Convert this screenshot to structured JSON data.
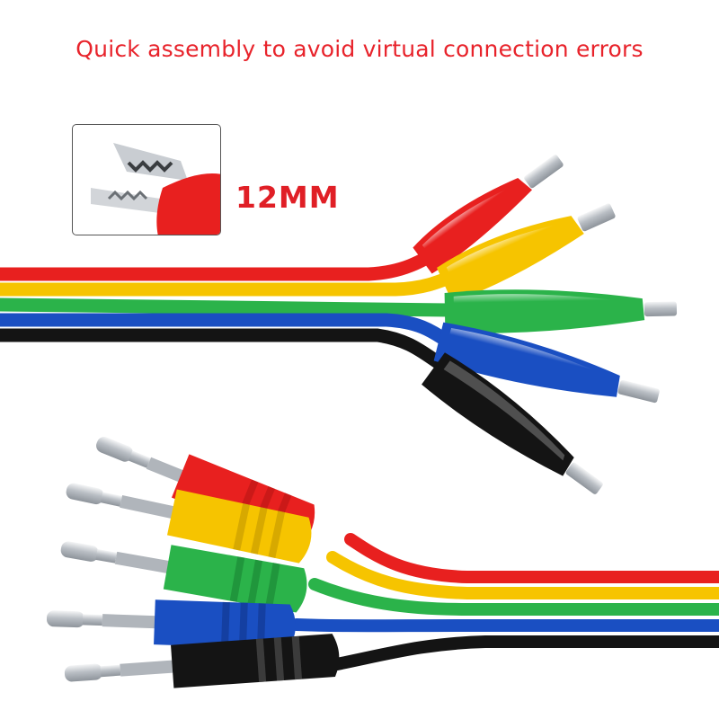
{
  "headline": "Quick assembly to avoid virtual connection errors",
  "jaw_size_label": "12MM",
  "colors": {
    "headline_text": "#e8232b",
    "red": "#e8201f",
    "yellow": "#f6c400",
    "green": "#2bb34a",
    "blue": "#1a4fc2",
    "black": "#141414",
    "metal": "#c9cdd2"
  },
  "clip_colors": [
    "red",
    "yellow",
    "green",
    "blue",
    "black"
  ],
  "plug_colors": [
    "red",
    "yellow",
    "green",
    "blue",
    "black"
  ]
}
